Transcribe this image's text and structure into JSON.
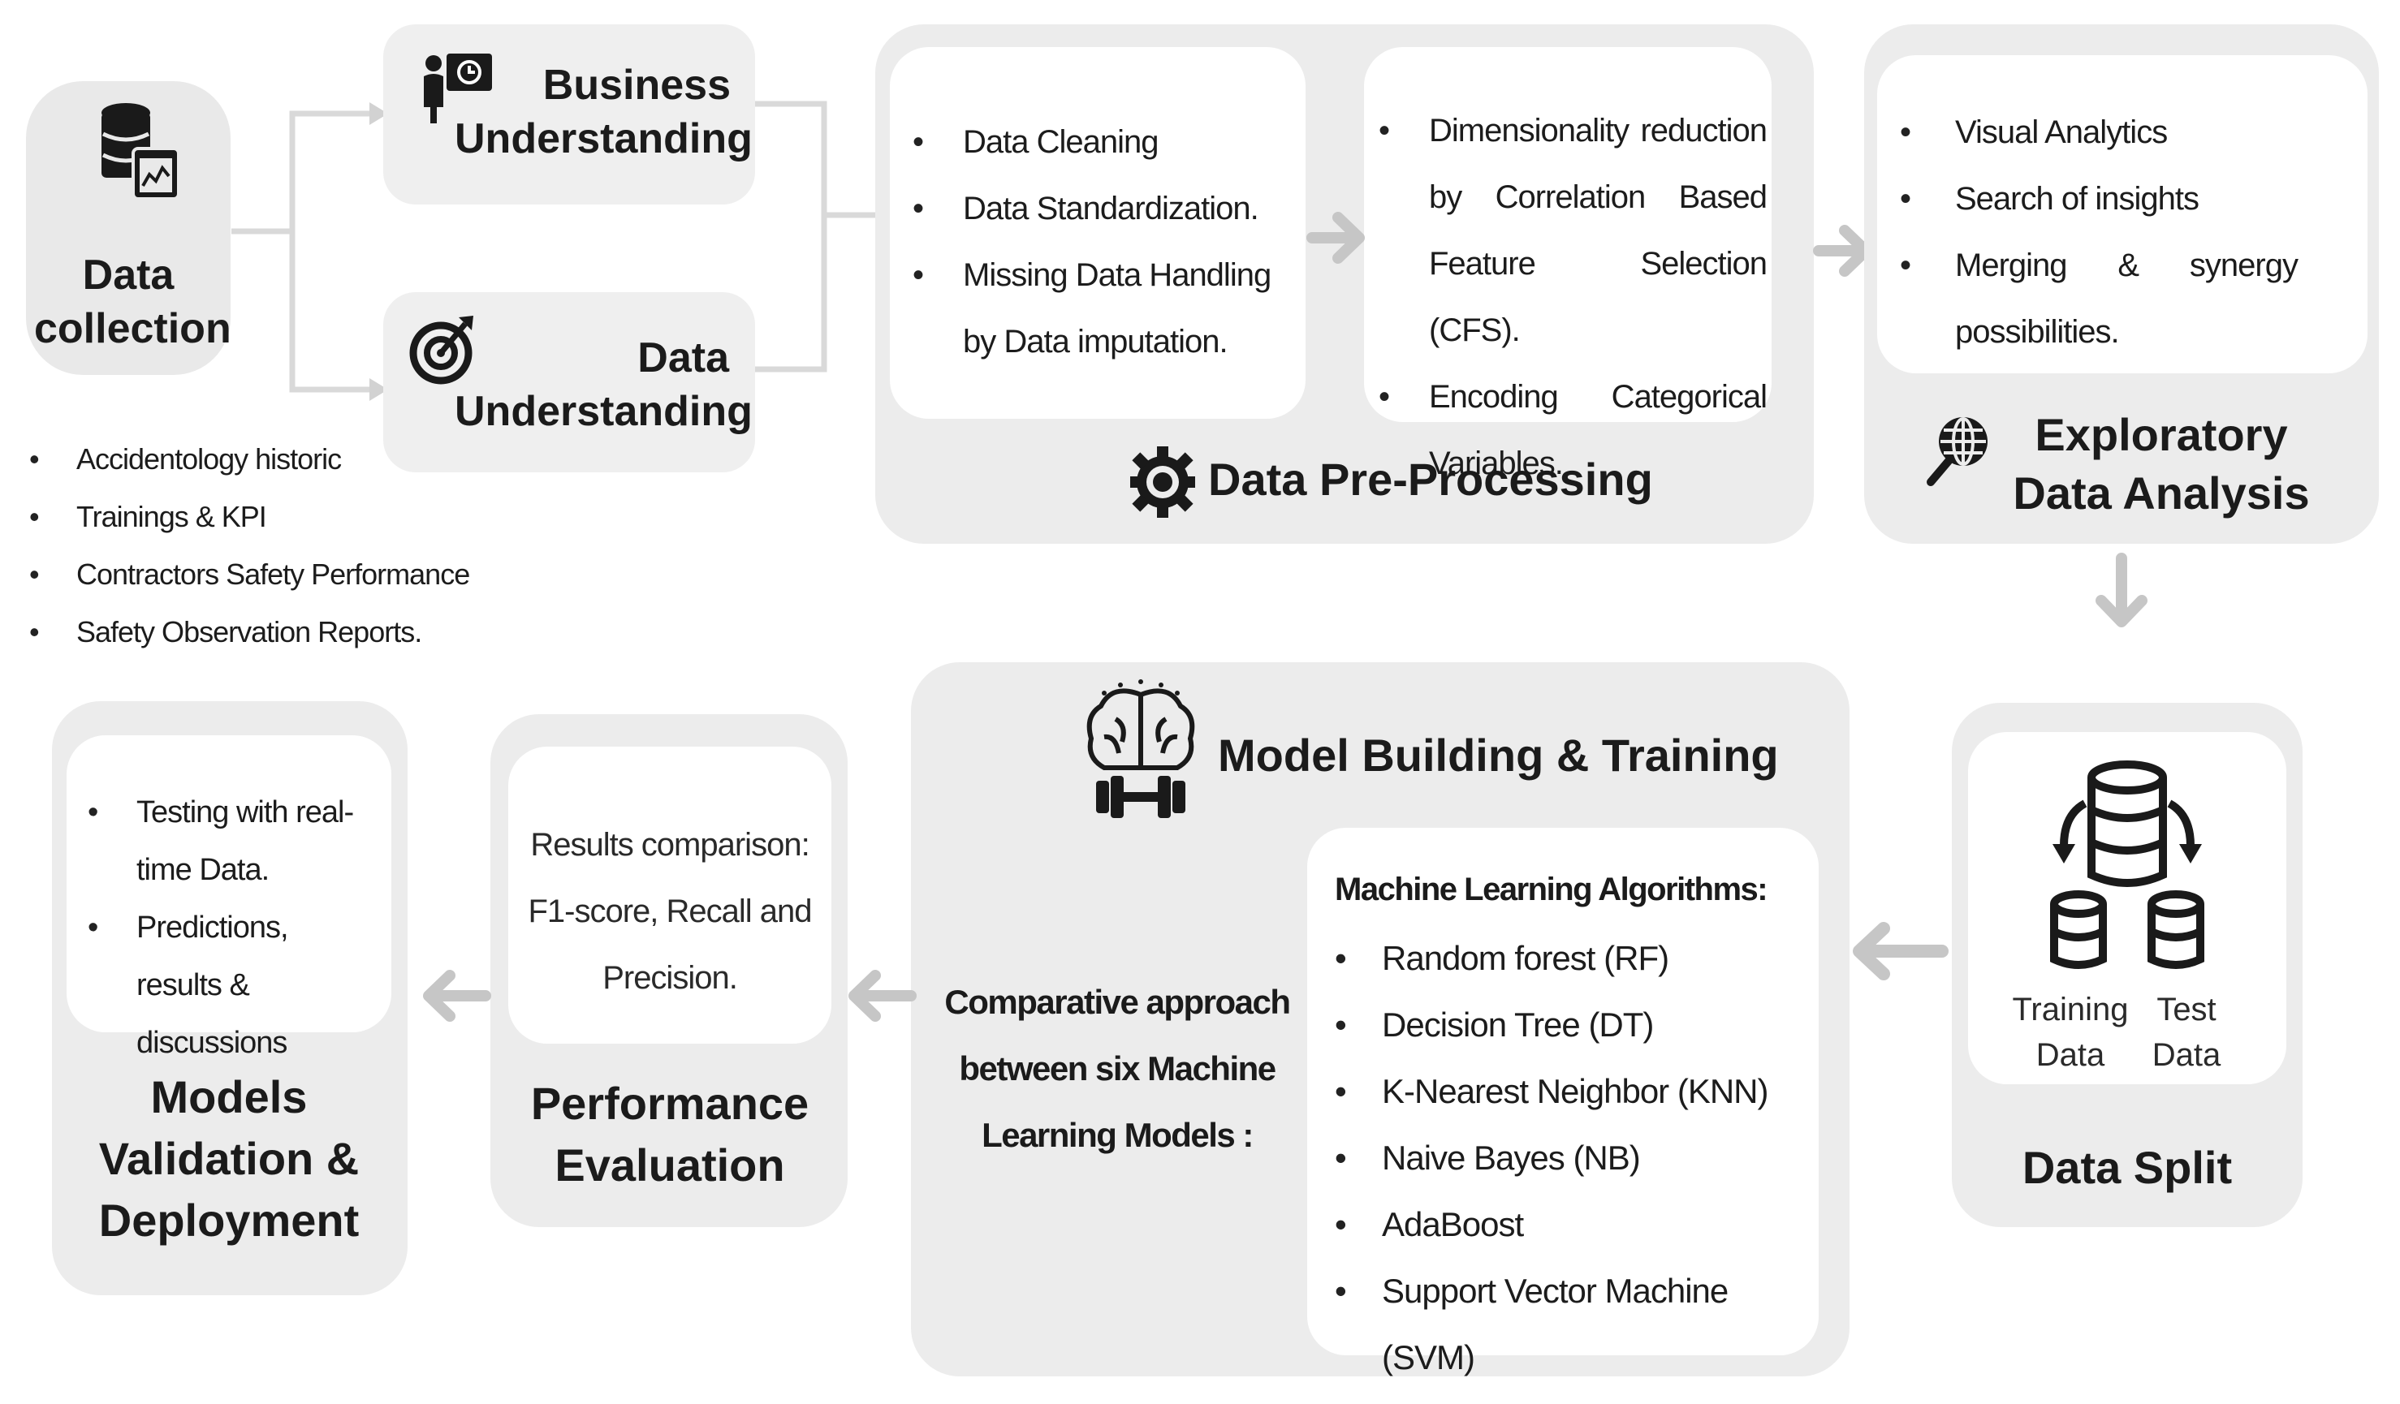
{
  "data_collection": {
    "title": "Data collection",
    "sources": [
      "Accidentology historic",
      "Trainings & KPI",
      "Contractors Safety Performance",
      "Safety Observation Reports."
    ]
  },
  "business_understanding": {
    "title": "Business Understanding"
  },
  "data_understanding": {
    "title": "Data Understanding"
  },
  "preprocessing": {
    "title": "Data Pre-Processing",
    "card1": [
      "Data Cleaning",
      "Data Standardization.",
      "Missing Data Handling by Data imputation."
    ],
    "card2": [
      "Dimensionality reduction by Correlation Based Feature Selection (CFS).",
      "Encoding Categorical Variables."
    ]
  },
  "eda": {
    "title": "Exploratory Data Analysis",
    "items": [
      "Visual Analytics",
      "Search of insights",
      "Merging & synergy possibilities."
    ]
  },
  "data_split": {
    "title": "Data Split",
    "training_label": "Training Data",
    "test_label": "Test Data"
  },
  "model_building": {
    "title": "Model Building & Training",
    "comparative": "Comparative approach between six Machine Learning Models :",
    "algorithms_heading": "Machine Learning Algorithms:",
    "algorithms": [
      "Random forest (RF)",
      "Decision Tree (DT)",
      "K-Nearest Neighbor (KNN)",
      "Naive Bayes (NB)",
      "AdaBoost",
      "Support Vector Machine (SVM)"
    ]
  },
  "performance": {
    "title": "Performance Evaluation",
    "text": "Results comparison: F1-score, Recall and Precision."
  },
  "deployment": {
    "title": "Models Validation & Deployment",
    "items": [
      "Testing with real-time Data.",
      "Predictions, results & discussions"
    ]
  },
  "icons": {
    "data_collection": "database-chart-icon",
    "business": "presenter-icon",
    "data_understanding": "target-icon",
    "preprocessing": "gear-icon",
    "eda": "globe-search-icon",
    "model_building": "brain-dumbbell-icon",
    "data_split": "database-split-icon",
    "arrow": "arrow-icon"
  },
  "colors": {
    "panel": "#ececec",
    "card": "#ffffff",
    "arrow": "#c6c6c6",
    "text": "#1b1b1b"
  }
}
